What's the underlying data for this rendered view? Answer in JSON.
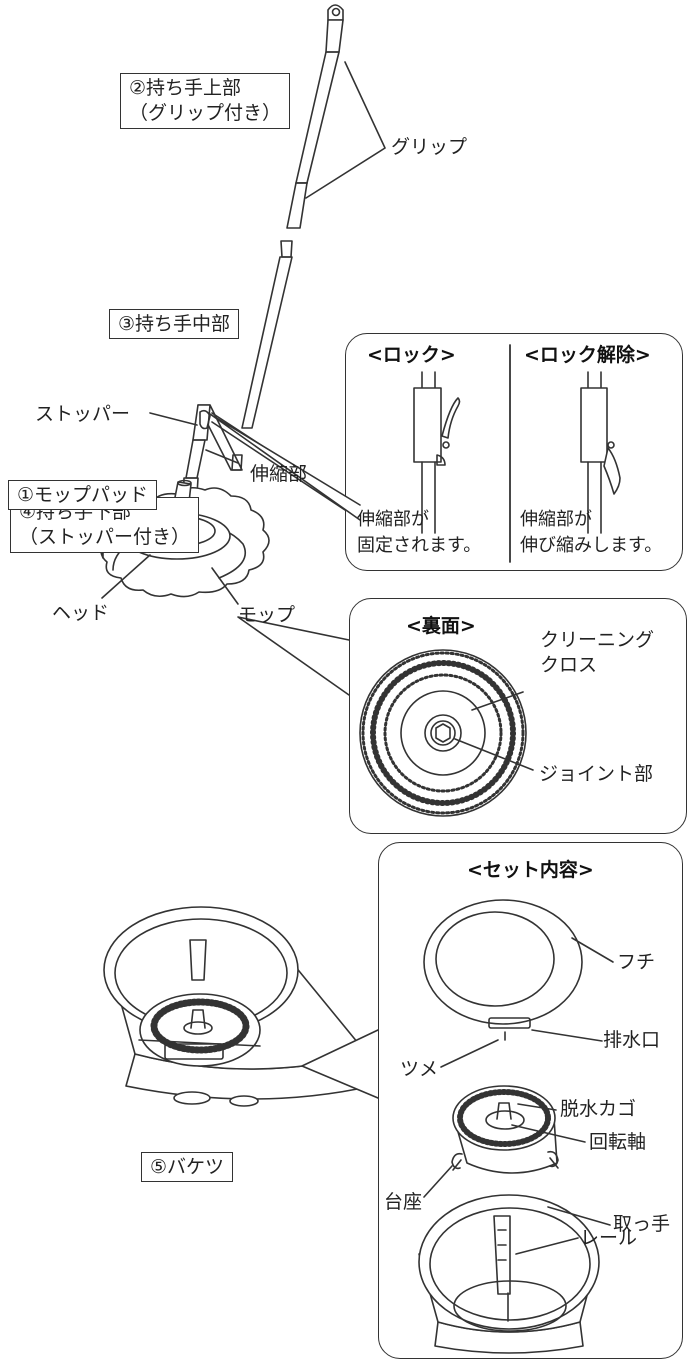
{
  "mop_parts": {
    "upper_handle_line1": "②持ち手上部",
    "upper_handle_line2": "（グリップ付き）",
    "grip": "グリップ",
    "middle_handle": "③持ち手中部",
    "lower_handle_line1": "④持ち手下部",
    "lower_handle_line2": "（ストッパー付き）",
    "stopper": "ストッパー",
    "telescopic": "伸縮部",
    "mop_pad": "①モップパッド",
    "head": "ヘッド",
    "mop": "モップ"
  },
  "lock_panel": {
    "lock_title": "<ロック>",
    "lock_caption_line1": "伸縮部が",
    "lock_caption_line2": "固定されます。",
    "unlock_title": "<ロック解除>",
    "unlock_caption_line1": "伸縮部が",
    "unlock_caption_line2": "伸び縮みします。"
  },
  "back_panel": {
    "title": "<裏面>",
    "cloth_line1": "クリーニング",
    "cloth_line2": "クロス",
    "joint": "ジョイント部"
  },
  "bucket": {
    "label": "⑤バケツ"
  },
  "set_panel": {
    "title": "<セット内容>",
    "rim": "フチ",
    "drain": "排水口",
    "claw": "ツメ",
    "spin_basket": "脱水カゴ",
    "axis": "回転軸",
    "base": "台座",
    "handle": "取っ手",
    "rail": "レール"
  }
}
